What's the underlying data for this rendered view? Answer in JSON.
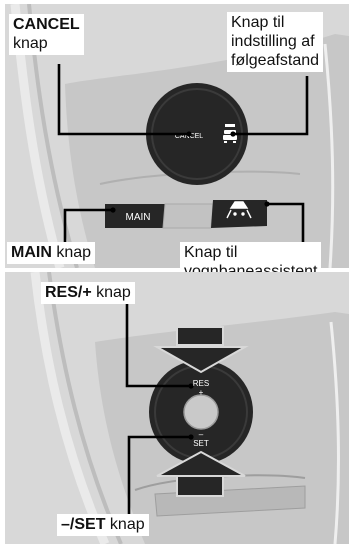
{
  "callouts": {
    "cancel": {
      "bold": "CANCEL",
      "rest": "knap"
    },
    "distance": {
      "line1": "Knap til",
      "line2": "indstilling af",
      "line3": "følgeafstand"
    },
    "main": {
      "bold": "MAIN",
      "rest": " knap"
    },
    "lane": {
      "line1": "Knap til",
      "line2": "vognbaneassistent"
    },
    "res": {
      "bold": "RES/+",
      "rest": " knap"
    },
    "set": {
      "bold": "–/SET",
      "rest": " knap"
    }
  },
  "buttons": {
    "cancel": "CANCEL",
    "main": "MAIN",
    "res_line1": "RES",
    "res_line2": "+",
    "set_line1": "–",
    "set_line2": "SET"
  },
  "icons": {
    "distance": "car-distance-icon",
    "lane": "lane-keep-assist-icon",
    "arrow_down": "arrow-down-icon",
    "arrow_up": "arrow-up-icon"
  },
  "colors": {
    "panel_background": "#d8d8d8",
    "wheel_spoke": "#c7c7c7",
    "button_dark": "#262626",
    "callout_line": "#000000"
  }
}
